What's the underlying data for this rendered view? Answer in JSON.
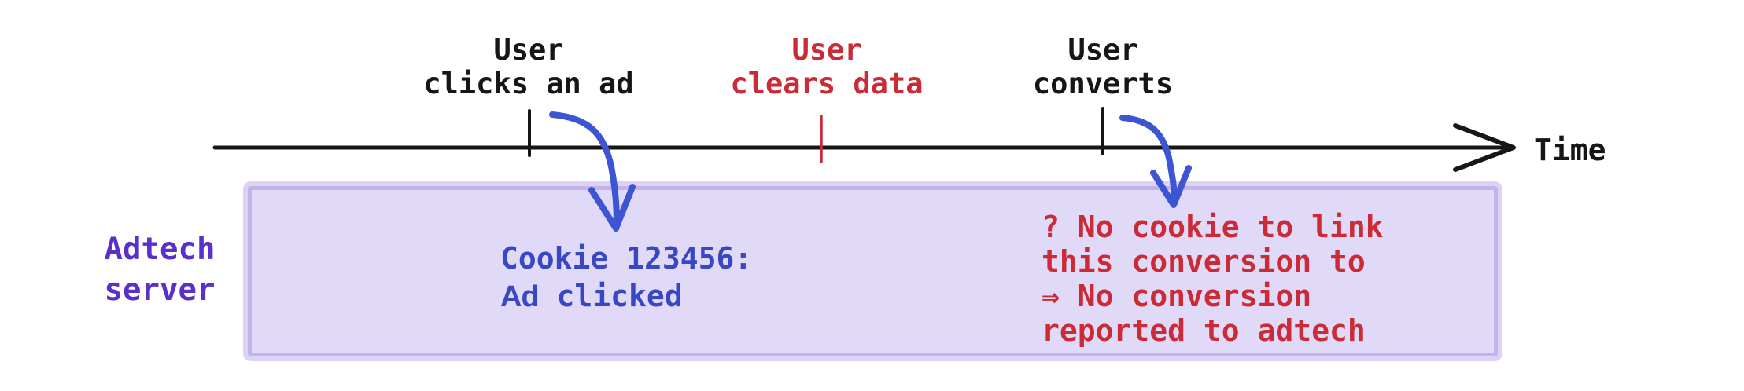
{
  "colors": {
    "black": "#161616",
    "red": "#cb2b36",
    "blue": "#3847c2",
    "arrow-blue": "#3d55d3",
    "purple": "#5a2fca",
    "box-fill": "#e0d9f7",
    "box-border": "#c2b3eb",
    "box-glow": "#dcd2f5",
    "bg": "#ffffff"
  },
  "timeline": {
    "axis_label": "Time",
    "events": [
      {
        "line1": "User",
        "line2": "clicks an ad"
      },
      {
        "line1": "User",
        "line2": "clears data"
      },
      {
        "line1": "User",
        "line2": "converts"
      }
    ]
  },
  "server_lane": {
    "label_line1": "Adtech",
    "label_line2": "server",
    "cookie_note_line1": "Cookie 123456:",
    "cookie_note_line2_word1": "Ad",
    "cookie_note_line2_word2": "clicked",
    "no_cookie_lines": [
      "? No cookie to link",
      "this conversion to",
      "⇒ No conversion",
      "reported to adtech"
    ]
  }
}
